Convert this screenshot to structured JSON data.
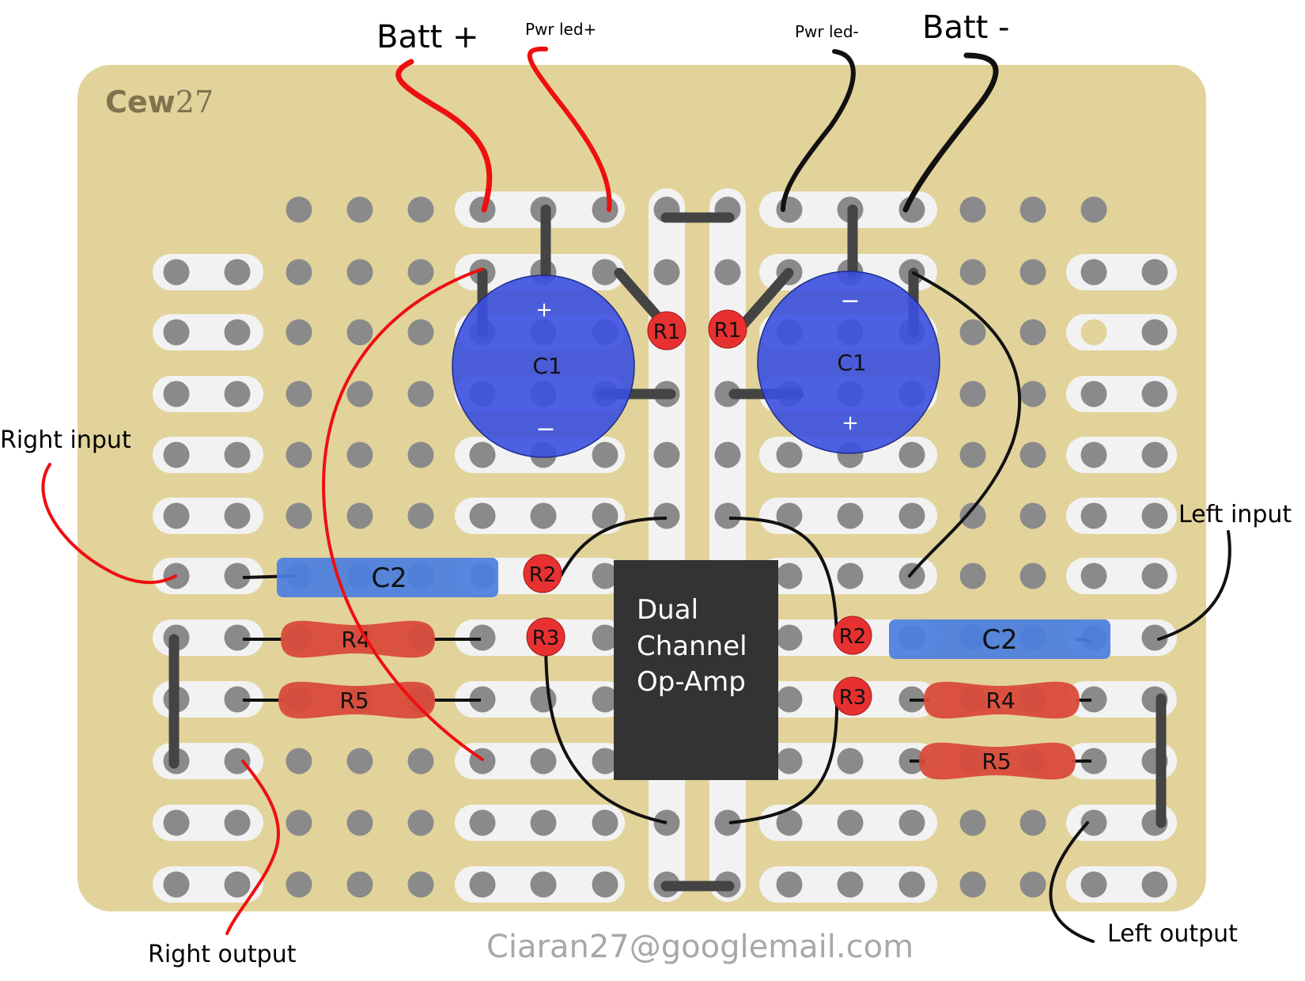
{
  "board": {
    "brand_prefix": "Cew",
    "brand_suffix": "27",
    "email": "Ciaran27@googlemail.com",
    "board_color": "#e2d39b",
    "strip_color": "#f2f2f2",
    "hole_color": "#8a8a8a"
  },
  "labels": {
    "batt_plus": "Batt +",
    "batt_minus": "Batt -",
    "pwr_led_plus": "Pwr led+",
    "pwr_led_minus": "Pwr led-",
    "right_input": "Right input",
    "right_output": "Right output",
    "left_input": "Left input",
    "left_output": "Left output"
  },
  "chip": {
    "lines": [
      "Dual",
      "Channel",
      "Op-Amp"
    ],
    "color": "#333333"
  },
  "components": {
    "c1_left": {
      "label": "C1",
      "plus": "+",
      "minus": "−"
    },
    "c1_right": {
      "label": "C1",
      "plus": "+",
      "minus": "−"
    },
    "c2_left": "C2",
    "c2_right": "C2",
    "r1_left": "R1",
    "r1_right": "R1",
    "r2_left": "R2",
    "r2_right": "R2",
    "r3_left": "R3",
    "r3_right": "R3",
    "r4_left": "R4",
    "r4_right": "R4",
    "r5_left": "R5",
    "r5_right": "R5"
  },
  "colors": {
    "capacitor": "#3b4fe0",
    "film_cap": "#4a7ee0",
    "resistor": "#d94a3a",
    "small_res": "#e83030",
    "red_wire": "#ee0f0f",
    "black_wire": "#111111",
    "jumper": "#444444"
  }
}
